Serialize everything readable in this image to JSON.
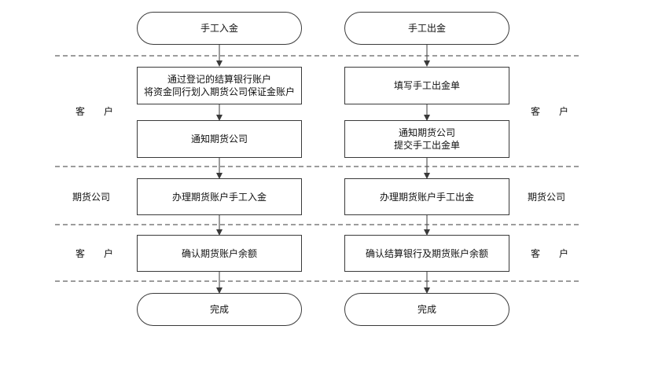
{
  "left_flow": {
    "start": "手工入金",
    "step1": [
      "通过登记的结算银行账户",
      "将资金同行划入期货公司保证金账户"
    ],
    "step2": "通知期货公司",
    "step3": "办理期货账户手工入金",
    "step4": "确认期货账户余额",
    "end": "完成"
  },
  "right_flow": {
    "start": "手工出金",
    "step1": "填写手工出金单",
    "step2": [
      "通知期货公司",
      "提交手工出金单"
    ],
    "step3": "办理期货账户手工出金",
    "step4": "确认结算银行及期货账户余额",
    "end": "完成"
  },
  "lanes": {
    "left_customer_top": "客　　户",
    "right_customer_top": "客　　户",
    "left_company": "期货公司",
    "right_company": "期货公司",
    "left_customer_bottom": "客　　户",
    "right_customer_bottom": "客　　户"
  },
  "colors": {
    "line": "#3a3a3a",
    "border": "#3a3a3a"
  }
}
